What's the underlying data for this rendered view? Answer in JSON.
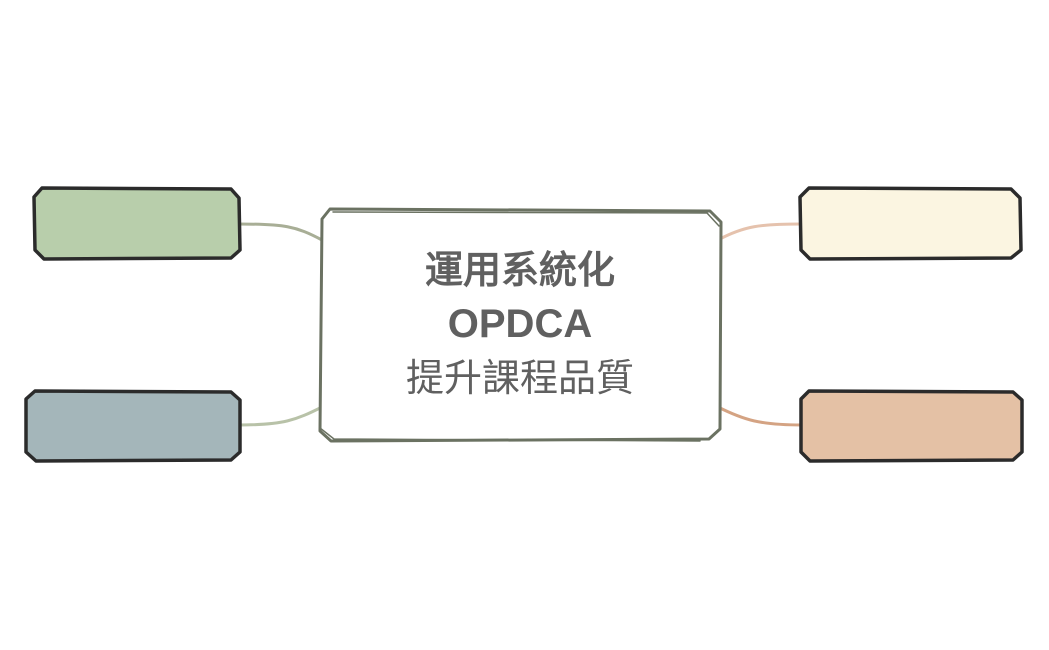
{
  "central_topic": {
    "lines": [
      "運用系統化",
      "OPDCA",
      "提升課程品質"
    ],
    "border_color": "#6b7262",
    "text_color": "#606060"
  },
  "branches": [
    {
      "id": "top-left",
      "label": "",
      "fill": "#b8ceab",
      "connector_color": "#a8ae96"
    },
    {
      "id": "bottom-left",
      "label": "",
      "fill": "#a4b6ba",
      "connector_color": "#b8c2a8"
    },
    {
      "id": "top-right",
      "label": "",
      "fill": "#fbf5e1",
      "connector_color": "#e5c2ad"
    },
    {
      "id": "bottom-right",
      "label": "",
      "fill": "#e4c1a5",
      "connector_color": "#d4a383"
    }
  ]
}
